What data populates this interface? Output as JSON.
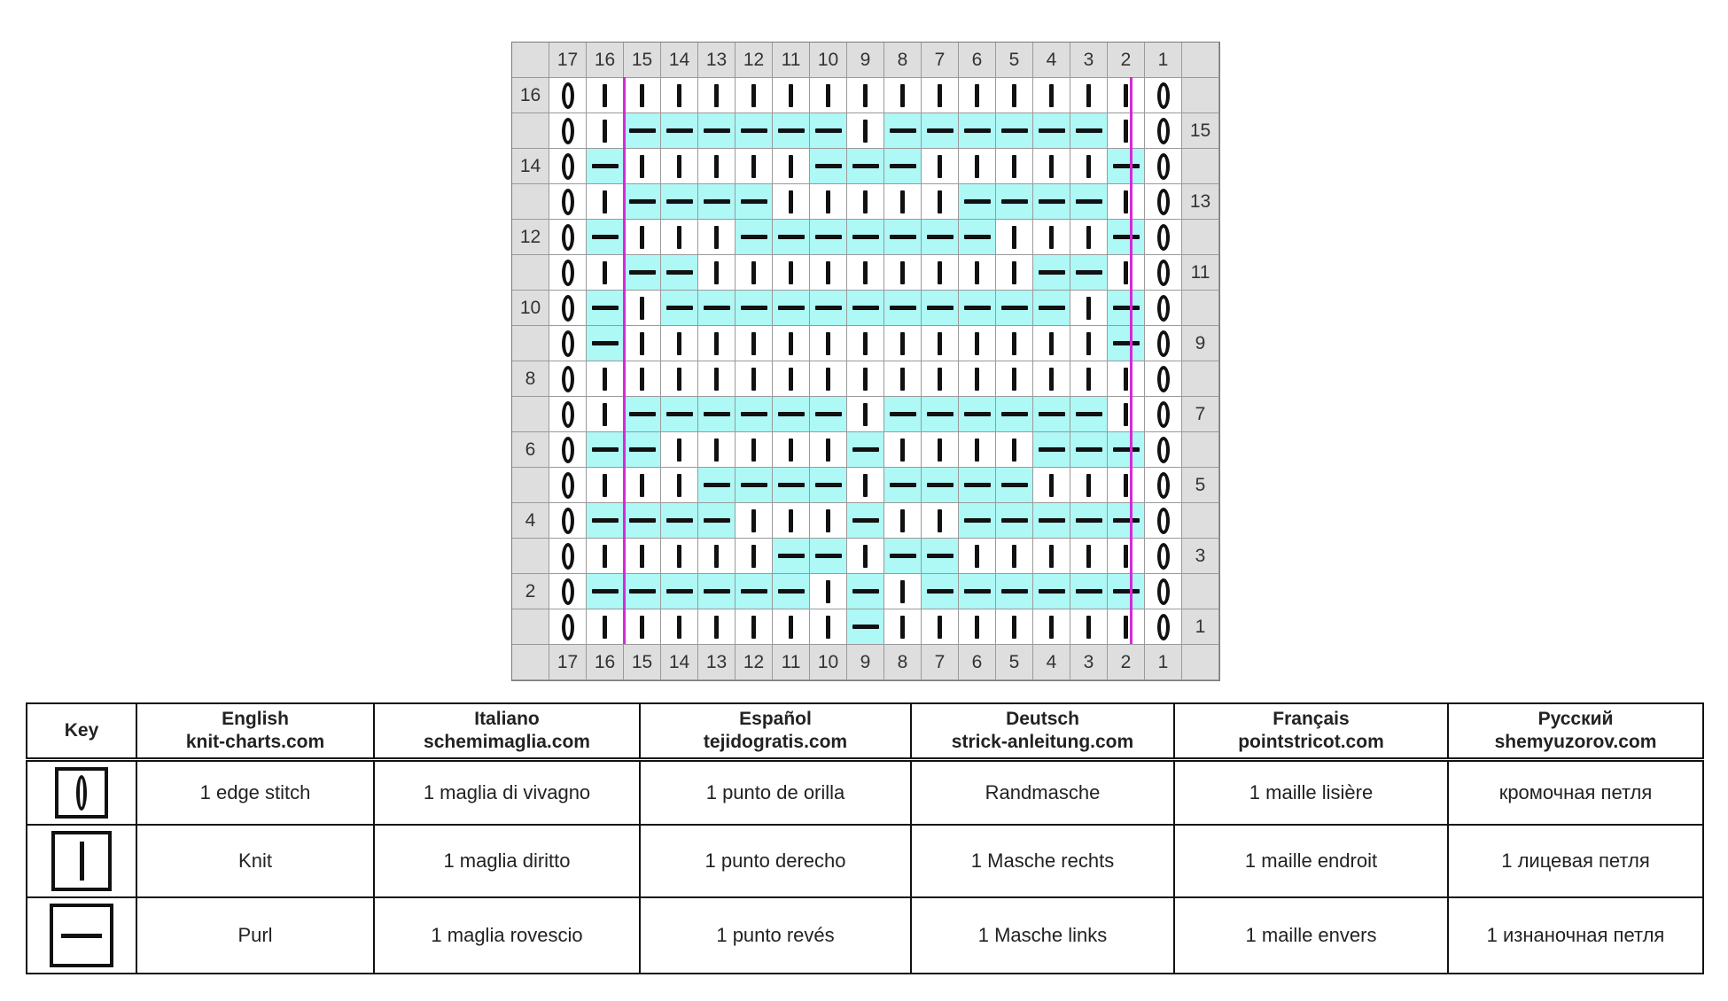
{
  "chart": {
    "col_numbers": [
      "17",
      "16",
      "15",
      "14",
      "13",
      "12",
      "11",
      "10",
      "9",
      "8",
      "7",
      "6",
      "5",
      "4",
      "3",
      "2",
      "1"
    ],
    "rows": [
      {
        "row": "16",
        "side": "left",
        "stitches": "EKKKKKKKKKKKKKKKE"
      },
      {
        "row": "15",
        "side": "right",
        "stitches": "EKPPPPPPKPPPPPPKE"
      },
      {
        "row": "14",
        "side": "left",
        "stitches": "EPKKKKKPPPKKKKKPE"
      },
      {
        "row": "13",
        "side": "right",
        "stitches": "EKPPPPKKKKKPPPPKE"
      },
      {
        "row": "12",
        "side": "left",
        "stitches": "EPKKKPPPPPPPKKKPE"
      },
      {
        "row": "11",
        "side": "right",
        "stitches": "EKPPKKKKKKKKKPPKE"
      },
      {
        "row": "10",
        "side": "left",
        "stitches": "EPKPPPPPPPPPPPKPE"
      },
      {
        "row": "9",
        "side": "right",
        "stitches": "EPKKKKKKKKKKKKKPE"
      },
      {
        "row": "8",
        "side": "left",
        "stitches": "EKKKKKKKKKKKKKKKE"
      },
      {
        "row": "7",
        "side": "right",
        "stitches": "EKPPPPPPKPPPPPPKE"
      },
      {
        "row": "6",
        "side": "left",
        "stitches": "EPPKKKKKPKKKKPPPE"
      },
      {
        "row": "5",
        "side": "right",
        "stitches": "EKKKPPPPKPPPPKKKE"
      },
      {
        "row": "4",
        "side": "left",
        "stitches": "EPPPPKKKPKKPPPPPE"
      },
      {
        "row": "3",
        "side": "right",
        "stitches": "EKKKKKPPKPPKKKKKE"
      },
      {
        "row": "2",
        "side": "left",
        "stitches": "EPPPPPPKPKPPPPPPE"
      },
      {
        "row": "1",
        "side": "right",
        "stitches": "EKKKKKKKPKKKKKKKE"
      }
    ],
    "colors": {
      "purl_bg": "#aef8f6",
      "repeat_line": "#d42bd4",
      "header_bg": "#dedede"
    }
  },
  "key": {
    "headers": [
      {
        "lang": "Key",
        "site": ""
      },
      {
        "lang": "English",
        "site": "knit-charts.com"
      },
      {
        "lang": "Italiano",
        "site": "schemimaglia.com"
      },
      {
        "lang": "Español",
        "site": "tejidogratis.com"
      },
      {
        "lang": "Deutsch",
        "site": "strick-anleitung.com"
      },
      {
        "lang": "Français",
        "site": "pointstricot.com"
      },
      {
        "lang": "Русский",
        "site": "shemyuzorov.com"
      }
    ],
    "rows": [
      {
        "symbol": "edge-stitch-icon",
        "labels": [
          "1 edge stitch",
          "1 maglia di vivagno",
          "1 punto de orilla",
          "Randmasche",
          "1 maille lisière",
          "кромочная петля"
        ]
      },
      {
        "symbol": "knit-stitch-icon",
        "labels": [
          "Knit",
          "1 maglia diritto",
          "1 punto derecho",
          "1 Masche rechts",
          "1 maille endroit",
          "1 лицевая петля"
        ]
      },
      {
        "symbol": "purl-stitch-icon",
        "labels": [
          "Purl",
          "1 maglia rovescio",
          "1 punto revés",
          "1 Masche links",
          "1 maille envers",
          "1 изнаночная петля"
        ]
      }
    ]
  }
}
